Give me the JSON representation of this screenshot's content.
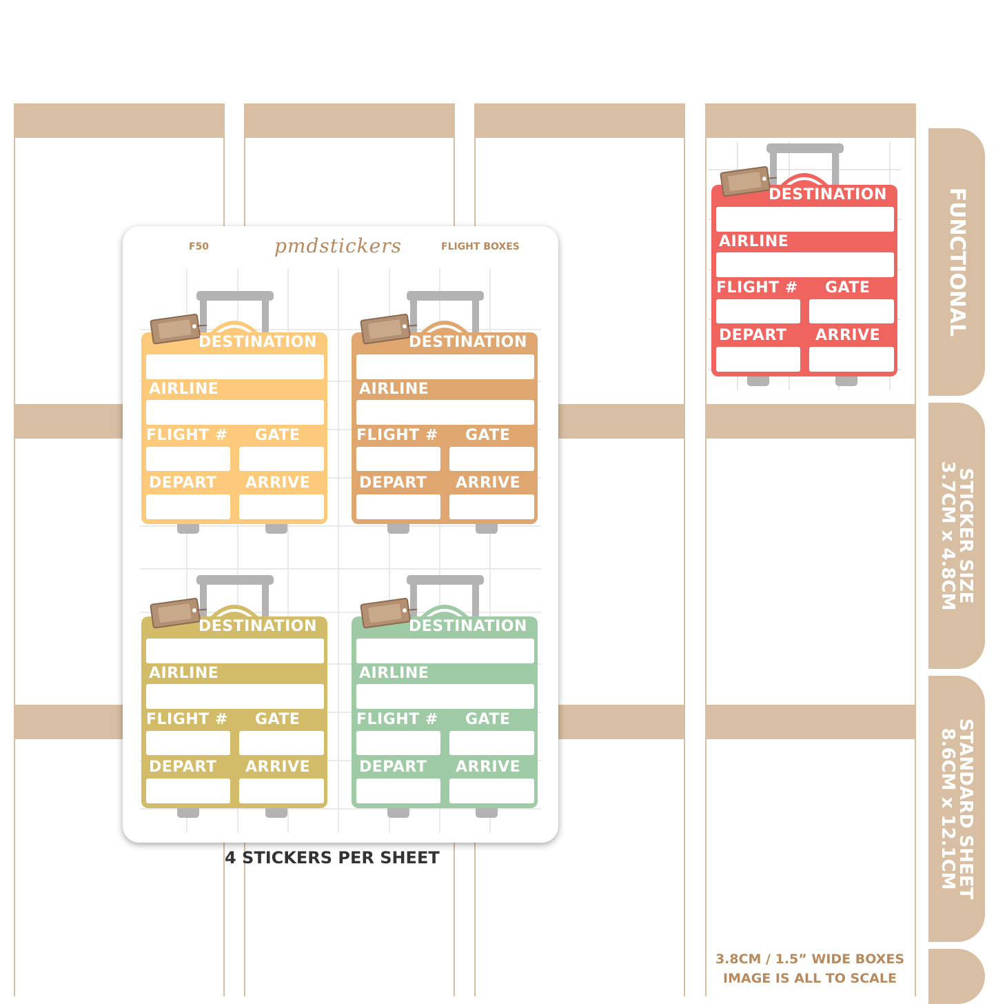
{
  "sheet": {
    "code": "F50",
    "brand": "pmdstickers",
    "product": "FLIGHT BOXES",
    "per_sheet": "4 STICKERS PER SHEET"
  },
  "labels": {
    "destination": "DESTINATION",
    "airline": "AIRLINE",
    "flight": "FLIGHT #",
    "gate": "GATE",
    "depart": "DEPART",
    "arrive": "ARRIVE"
  },
  "side_tabs": {
    "functional": "FUNCTIONAL",
    "sticker_size_title": "STICKER SIZE",
    "sticker_size_value": "3.7CM x 4.8CM",
    "standard_sheet_title": "STANDARD SHEET",
    "standard_sheet_value": "8.6CM x 12.1CM"
  },
  "notes": {
    "line1": "3.8CM / 1.5” WIDE BOXES",
    "line2": "IMAGE IS ALL TO SCALE"
  },
  "colors": {
    "band": "#d8bea3",
    "yellow": "#fdc97b",
    "tan": "#dfa670",
    "olive": "#d2bc6a",
    "green": "#9fcaa6",
    "red": "#f0645f",
    "handle": "#b3b3b3",
    "tag": "#b49072"
  }
}
